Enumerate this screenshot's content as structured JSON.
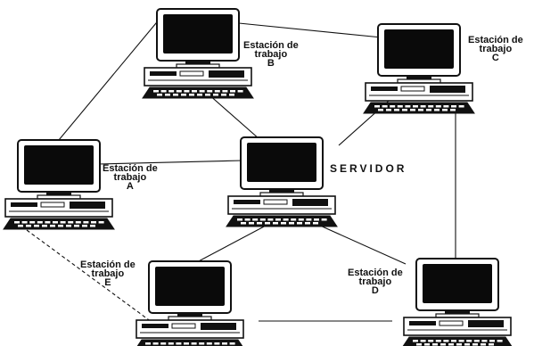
{
  "diagram": {
    "colors": {
      "ink": "#111111",
      "screen": "#0a0a0a",
      "paper": "#ffffff"
    },
    "nodes": [
      {
        "id": "B",
        "kind": "workstation",
        "label_lines": [
          "Estación de",
          "trabajo",
          "B"
        ]
      },
      {
        "id": "C",
        "kind": "workstation",
        "label_lines": [
          "Estación de",
          "trabajo",
          "C"
        ]
      },
      {
        "id": "A",
        "kind": "workstation",
        "label_lines": [
          "Estación de",
          "trabajo",
          "A"
        ]
      },
      {
        "id": "S",
        "kind": "server",
        "label_lines": [
          "SERVIDOR"
        ]
      },
      {
        "id": "E",
        "kind": "workstation",
        "label_lines": [
          "Estación de",
          "trabajo",
          "E"
        ]
      },
      {
        "id": "D",
        "kind": "workstation",
        "label_lines": [
          "Estación de",
          "trabajo",
          "D"
        ]
      }
    ],
    "links": [
      {
        "from": "B",
        "to": "C",
        "style": "solid"
      },
      {
        "from": "B",
        "to": "A",
        "style": "solid"
      },
      {
        "from": "B",
        "to": "S",
        "style": "solid"
      },
      {
        "from": "A",
        "to": "S",
        "style": "solid"
      },
      {
        "from": "C",
        "to": "S",
        "style": "solid"
      },
      {
        "from": "C",
        "to": "D",
        "style": "solid"
      },
      {
        "from": "S",
        "to": "E",
        "style": "solid"
      },
      {
        "from": "S",
        "to": "D",
        "style": "solid"
      },
      {
        "from": "E",
        "to": "D",
        "style": "solid"
      },
      {
        "from": "A",
        "to": "E",
        "style": "dashed"
      }
    ]
  }
}
